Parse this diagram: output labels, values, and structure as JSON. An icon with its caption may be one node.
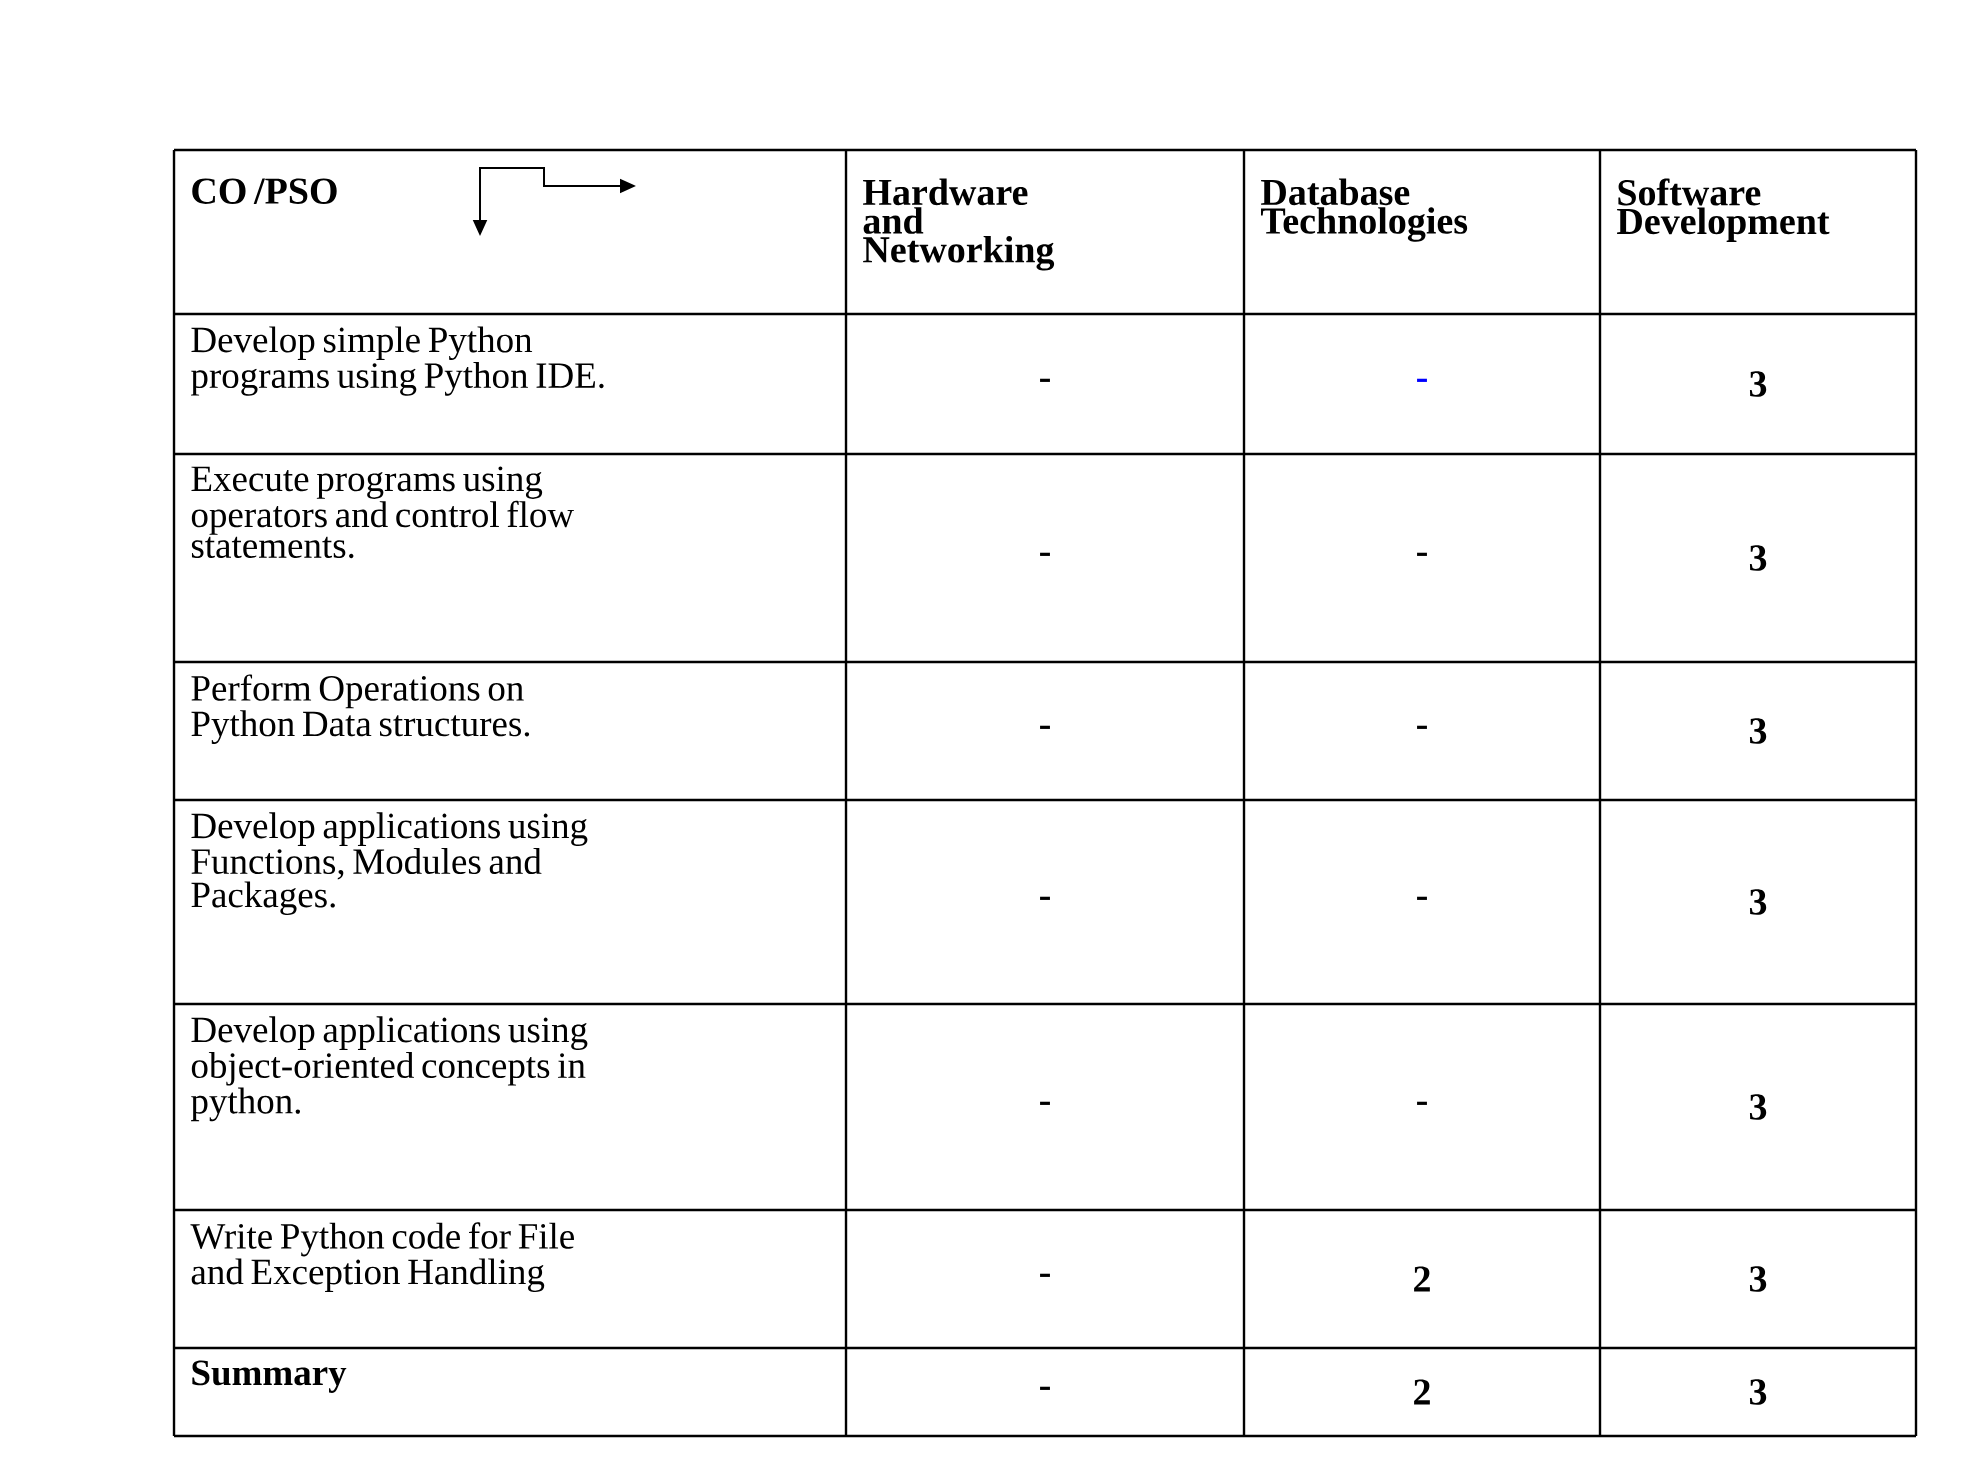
{
  "diagram": {
    "labels": [
      "CO /PSO",
      "Hardware and Networking",
      "Database Technologies",
      "Software Development",
      "Develop simple Python programs using Python IDE.",
      "-",
      "-",
      "3",
      "Execute programs using operators and control flow statements.",
      "-",
      "-",
      "3",
      "Perform Operations on Python Data structures.",
      "-",
      "-",
      "3",
      "Develop applications using Functions, Modules and Packages.",
      "-",
      "-",
      "3",
      "Develop applications using object-oriented concepts in python.",
      "-",
      "-",
      "3",
      "Write Python code for File and Exception Handling",
      "-",
      "2",
      "3",
      "Summary",
      "-",
      "2",
      "3"
    ]
  }
}
